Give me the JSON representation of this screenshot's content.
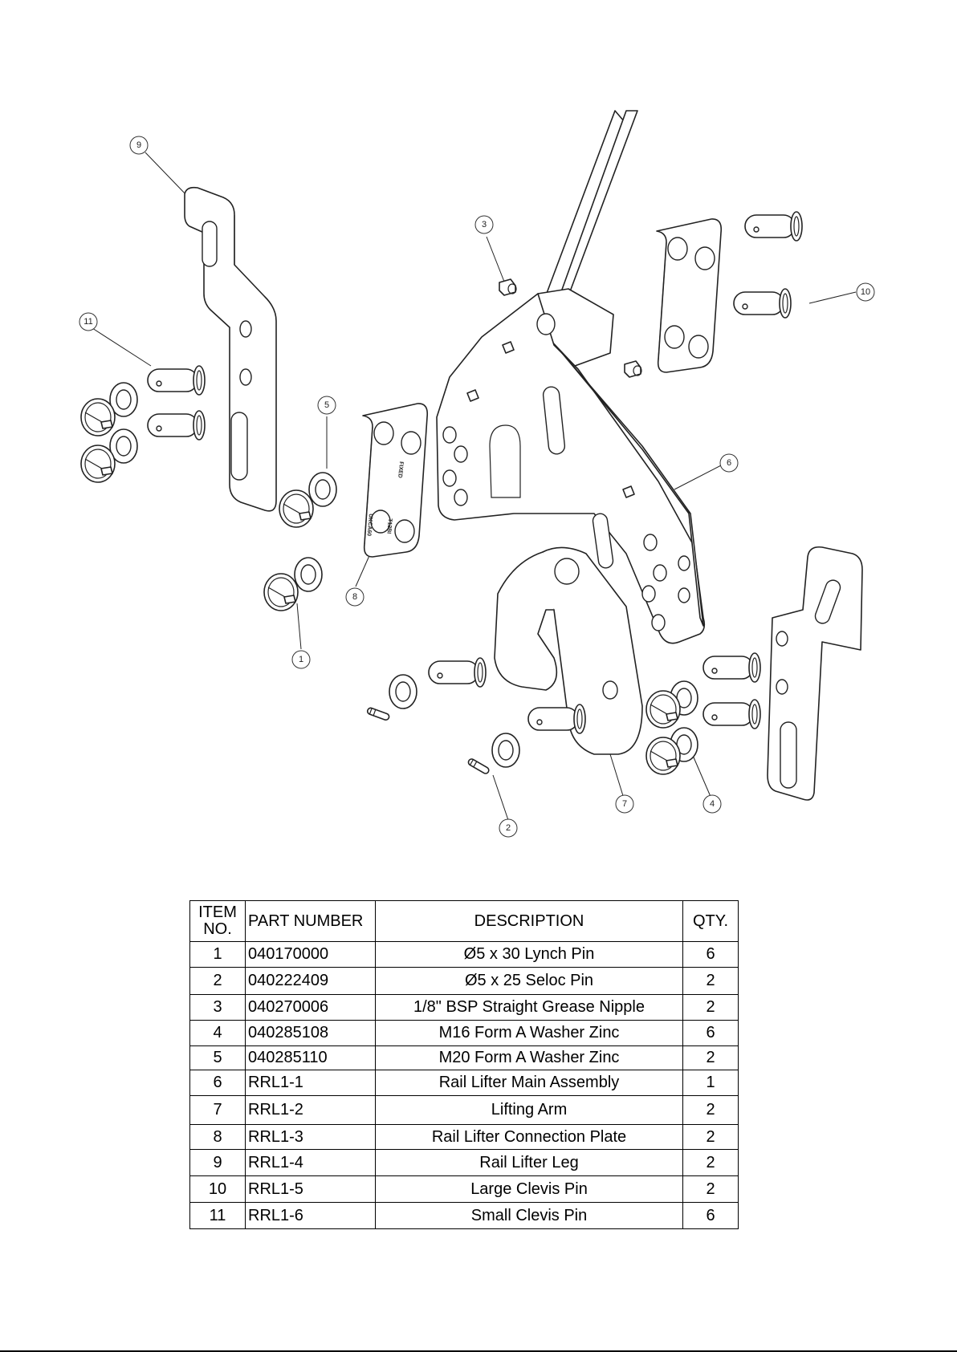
{
  "drawing": {
    "balloons": [
      "9",
      "3",
      "10",
      "11",
      "5",
      "6",
      "8",
      "1",
      "7",
      "4",
      "2"
    ],
    "engraving": {
      "mark_a": "FIXED",
      "mark_b": "UKCA60",
      "mark_c": "T13BI"
    }
  },
  "bom": {
    "headers": {
      "item": "ITEM NO.",
      "part": "PART NUMBER",
      "desc": "DESCRIPTION",
      "qty": "QTY."
    },
    "rows": [
      {
        "item": "1",
        "part": "040170000",
        "desc": "Ø5 x 30 Lynch Pin",
        "qty": "6"
      },
      {
        "item": "2",
        "part": "040222409",
        "desc": "Ø5 x 25 Seloc Pin",
        "qty": "2"
      },
      {
        "item": "3",
        "part": "040270006",
        "desc": "1/8\" BSP Straight Grease Nipple",
        "qty": "2"
      },
      {
        "item": "4",
        "part": "040285108",
        "desc": "M16 Form A Washer Zinc",
        "qty": "6"
      },
      {
        "item": "5",
        "part": "040285110",
        "desc": "M20 Form A Washer Zinc",
        "qty": "2"
      },
      {
        "item": "6",
        "part": "RRL1-1",
        "desc": "Rail Lifter Main Assembly",
        "qty": "1"
      },
      {
        "item": "7",
        "part": "RRL1-2",
        "desc": "Lifting Arm",
        "qty": "2"
      },
      {
        "item": "8",
        "part": "RRL1-3",
        "desc": "Rail Lifter Connection Plate",
        "qty": "2"
      },
      {
        "item": "9",
        "part": "RRL1-4",
        "desc": "Rail Lifter Leg",
        "qty": "2"
      },
      {
        "item": "10",
        "part": "RRL1-5",
        "desc": "Large Clevis Pin",
        "qty": "2"
      },
      {
        "item": "11",
        "part": "RRL1-6",
        "desc": "Small Clevis Pin",
        "qty": "6"
      }
    ]
  }
}
